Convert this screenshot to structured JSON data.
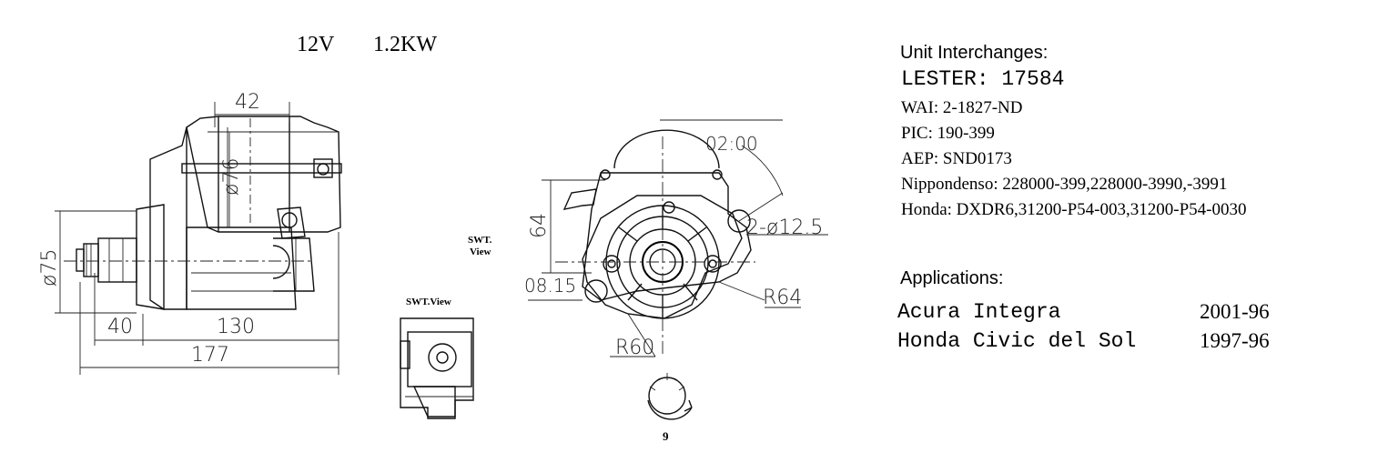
{
  "header": {
    "voltage": "12V",
    "power": "1.2KW"
  },
  "dimensions": {
    "top_width": "42",
    "body_dia": "ø76",
    "nose_dia": "ø75",
    "len_40": "40",
    "len_130": "130",
    "len_177": "177",
    "height_64": "64",
    "clock": "02:00",
    "bolt_holes": "2-ø12.5",
    "offset": "08.15",
    "r64": "R64",
    "r60": "R60"
  },
  "labels": {
    "swt_view_small": "SWT.View",
    "swt_view_main_l1": "SWT.",
    "swt_view_main_l2": "View",
    "teeth": "9"
  },
  "interchanges": {
    "heading": "Unit Interchanges:",
    "lester": "LESTER: 17584",
    "wai": "WAI: 2-1827-ND",
    "pic": "PIC: 190-399",
    "aep": "AEP: SND0173",
    "nippondenso": "Nippondenso: 228000-399,228000-3990,-3991",
    "honda": "Honda: DXDR6,31200-P54-003,31200-P54-0030"
  },
  "applications": {
    "heading": "Applications:",
    "rows": [
      {
        "vehicle": "Acura Integra",
        "years": "2001-96"
      },
      {
        "vehicle": "Honda Civic del Sol",
        "years": "1997-96"
      }
    ]
  }
}
